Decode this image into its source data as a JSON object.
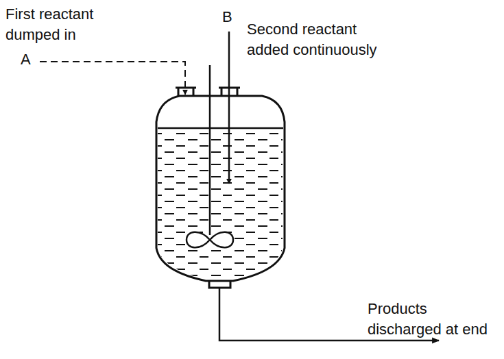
{
  "diagram": {
    "labels": [
      "First reactant dumped in",
      "A",
      "B",
      "Second reactant added continuously",
      "Products discharged at end"
    ]
  }
}
